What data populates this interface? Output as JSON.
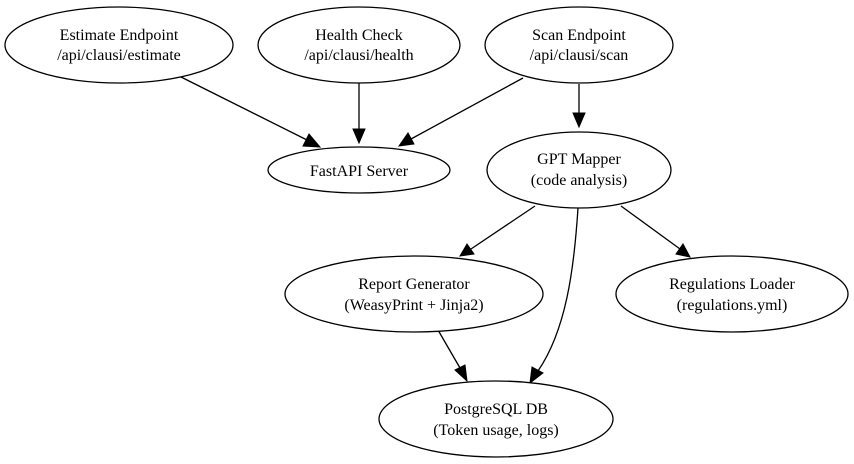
{
  "nodes": {
    "estimate": {
      "line1": "Estimate Endpoint",
      "line2": "/api/clausi/estimate"
    },
    "health": {
      "line1": "Health Check",
      "line2": "/api/clausi/health"
    },
    "scan": {
      "line1": "Scan Endpoint",
      "line2": "/api/clausi/scan"
    },
    "fastapi": {
      "line1": "FastAPI Server"
    },
    "gpt": {
      "line1": "GPT Mapper",
      "line2": "(code analysis)"
    },
    "report": {
      "line1": "Report Generator",
      "line2": "(WeasyPrint + Jinja2)"
    },
    "regulations": {
      "line1": "Regulations Loader",
      "line2": "(regulations.yml)"
    },
    "db": {
      "line1": "PostgreSQL DB",
      "line2": "(Token usage, logs)"
    }
  },
  "edges": [
    {
      "from": "estimate",
      "to": "fastapi"
    },
    {
      "from": "health",
      "to": "fastapi"
    },
    {
      "from": "scan",
      "to": "fastapi"
    },
    {
      "from": "scan",
      "to": "gpt"
    },
    {
      "from": "gpt",
      "to": "report"
    },
    {
      "from": "gpt",
      "to": "regulations"
    },
    {
      "from": "gpt",
      "to": "db"
    },
    {
      "from": "report",
      "to": "db"
    }
  ]
}
